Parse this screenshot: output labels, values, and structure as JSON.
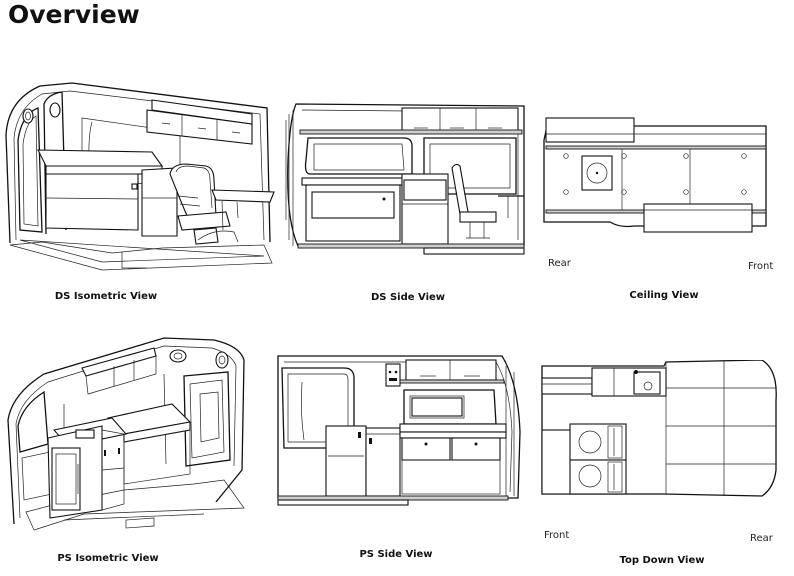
{
  "page": {
    "title": "Overview"
  },
  "views": {
    "ds_isometric": {
      "caption": "DS Isometric  View"
    },
    "ds_side": {
      "caption": "DS Side View"
    },
    "ceiling": {
      "caption": "Ceiling View",
      "left_label": "Rear",
      "right_label": "Front"
    },
    "ps_isometric": {
      "caption": "PS Isometric  View"
    },
    "ps_side": {
      "caption": "PS Side View"
    },
    "top_down": {
      "caption": "Top Down View",
      "left_label": "Front",
      "right_label": "Rear"
    }
  }
}
